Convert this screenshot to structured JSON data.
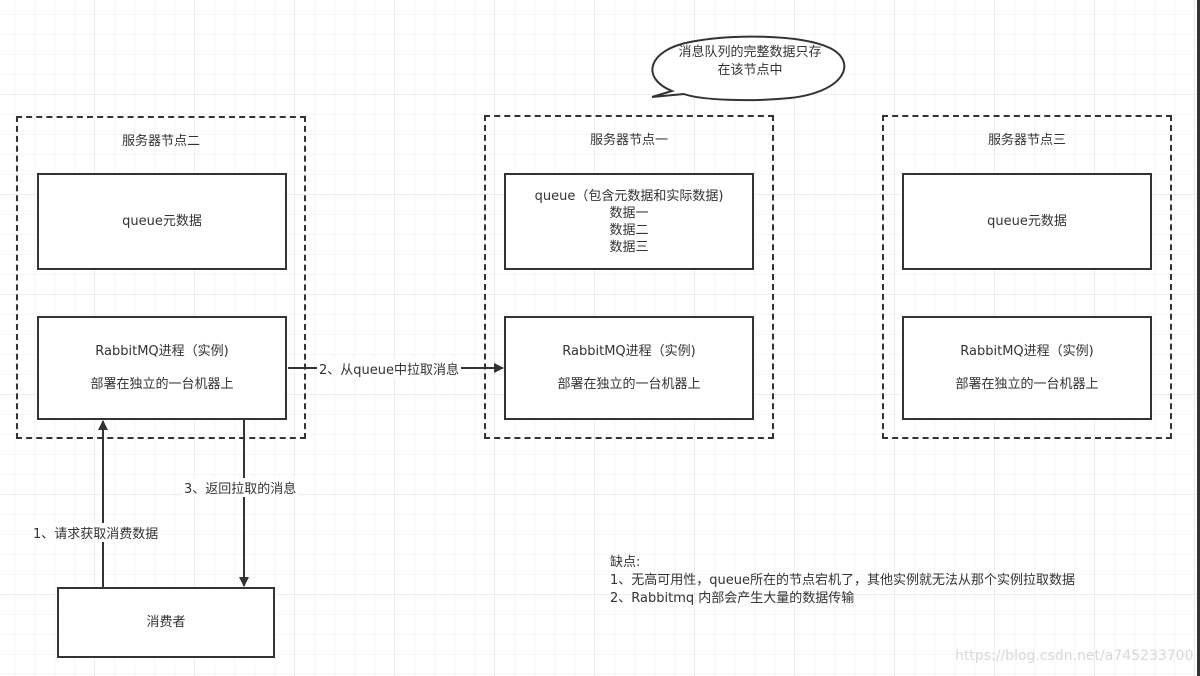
{
  "callout": {
    "line1": "消息队列的完整数据只存",
    "line2": "在该节点中"
  },
  "nodes": [
    {
      "title": "服务器节点二",
      "queue_box": [
        "queue元数据"
      ],
      "process_box": {
        "line1": "RabbitMQ进程（实例)",
        "line2": "部署在独立的一台机器上"
      }
    },
    {
      "title": "服务器节点一",
      "queue_box": [
        "queue（包含元数据和实际数据)",
        "数据一",
        "数据二",
        "数据三"
      ],
      "process_box": {
        "line1": "RabbitMQ进程（实例)",
        "line2": "部署在独立的一台机器上"
      }
    },
    {
      "title": "服务器节点三",
      "queue_box": [
        "queue元数据"
      ],
      "process_box": {
        "line1": "RabbitMQ进程（实例)",
        "line2": "部署在独立的一台机器上"
      }
    }
  ],
  "consumer": {
    "label": "消费者"
  },
  "arrows": {
    "step1": "1、请求获取消费数据",
    "step2": "2、从queue中拉取消息",
    "step3": "3、返回拉取的消息"
  },
  "notes": {
    "title": "缺点:",
    "items": [
      "1、无高可用性，queue所在的节点宕机了，其他实例就无法从那个实例拉取数据",
      "2、Rabbitmq 内部会产生大量的数据传输"
    ]
  },
  "watermark": "https://blog.csdn.net/a745233700"
}
